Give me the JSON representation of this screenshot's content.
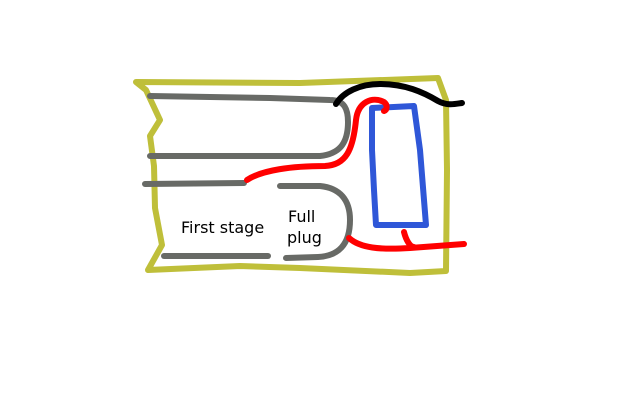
{
  "labels": {
    "first_stage": "First stage",
    "full_plug_line1": "Full",
    "full_plug_line2": "plug"
  },
  "colors": {
    "background": "#ffffff",
    "frame": "#bfbf3a",
    "gray_wire": "#686a66",
    "black_wire": "#000000",
    "red_wire": "#ff0000",
    "blue_box": "#2f57d8",
    "text": "#000000"
  }
}
